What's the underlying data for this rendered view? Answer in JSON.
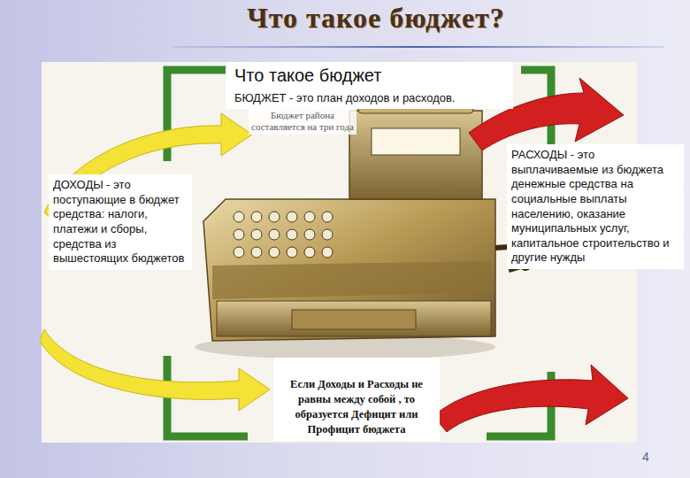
{
  "diagram": {
    "title": "Что такое бюджет?",
    "nodes": [
      {
        "text": [
          "Что такое бюджет",
          "БЮДЖЕТ - это план доходов и расходов."
        ]
      },
      {
        "text": [
          "Бюджет района составляется на три года"
        ]
      },
      {
        "text": [
          "ДОХОДЫ - это поступающие в бюджет средства: налоги, платежи и сборы, средства из вышестоящих бюджетов"
        ]
      },
      {
        "text": [
          "РАСХОДЫ - это выплачиваемые из бюджета денежные средства на социальные выплаты населению, оказание муниципальных услуг, капитальное строительство и другие нужды"
        ]
      },
      {
        "text": [
          "Если Доходы и Расходы не равны между собой , то образуется Дефицит или Профицит бюджета"
        ]
      }
    ],
    "labels": [
      "4"
    ]
  }
}
